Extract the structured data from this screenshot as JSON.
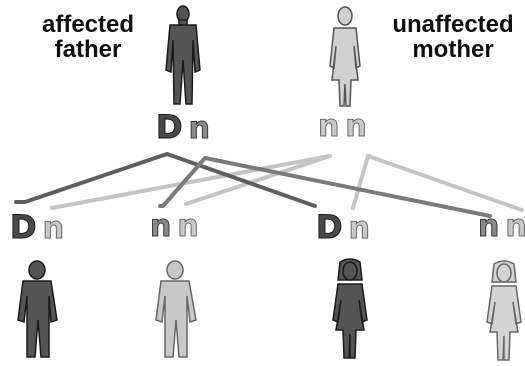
{
  "labels": {
    "father_line1": "affected",
    "father_line2": "father",
    "mother_line1": "unaffected",
    "mother_line2": "mother"
  },
  "parents": {
    "father": {
      "allele1": "D",
      "allele2": "n",
      "affected": true
    },
    "mother": {
      "allele1": "n",
      "allele2": "n",
      "affected": false
    }
  },
  "children": [
    {
      "allele1": "D",
      "allele2": "n",
      "sex": "male",
      "affected": true
    },
    {
      "allele1": "n",
      "allele2": "n",
      "sex": "male",
      "affected": false
    },
    {
      "allele1": "D",
      "allele2": "n",
      "sex": "female",
      "affected": true
    },
    {
      "allele1": "n",
      "allele2": "n",
      "sex": "female",
      "affected": false
    }
  ],
  "colors": {
    "affected_fill": "#555555",
    "unaffected_fill": "#c8c8c8",
    "dominant_line": "#5e5e5e",
    "recessive_line_father": "#8c8c8c",
    "recessive_line_mother": "#c4c4c4"
  }
}
